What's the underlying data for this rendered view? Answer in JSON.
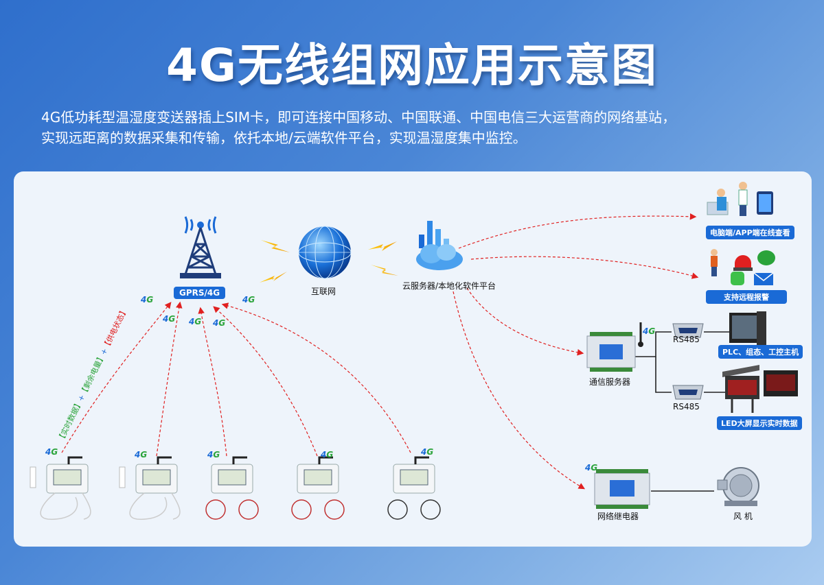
{
  "title": "4G无线组网应用示意图",
  "description": [
    "4G低功耗型温湿度变送器插上SIM卡，即可连接中国移动、中国联通、中国电信三大运营商的网络基站，",
    "实现远距离的数据采集和传输，依托本地/云端软件平台，实现温湿度集中监控。"
  ],
  "tower_label": "GPRS/4G",
  "internet_label": "互联网",
  "cloud_label": "云服务器/本地化软件平台",
  "pc_app_label": "电脑端/APP端在线查看",
  "alarm_label": "支持远程报警",
  "comm_server_label": "通信服务器",
  "rs485_1": "RS485",
  "rs485_2": "RS485",
  "plc_label": "PLC、组态、工控主机",
  "led_label": "LED大屏显示实时数据",
  "relay_label": "网络继电器",
  "fan_label": "风 机",
  "data_tags": {
    "a": "【实时数据】",
    "plus1": "+",
    "b": "【剩余电量】",
    "plus2": "+",
    "c": "【供电状态】"
  },
  "badge": {
    "num": "4",
    "g": "G"
  },
  "colors": {
    "link": "#e02020",
    "accent": "#1a6ad6",
    "green": "#2aa33a"
  }
}
